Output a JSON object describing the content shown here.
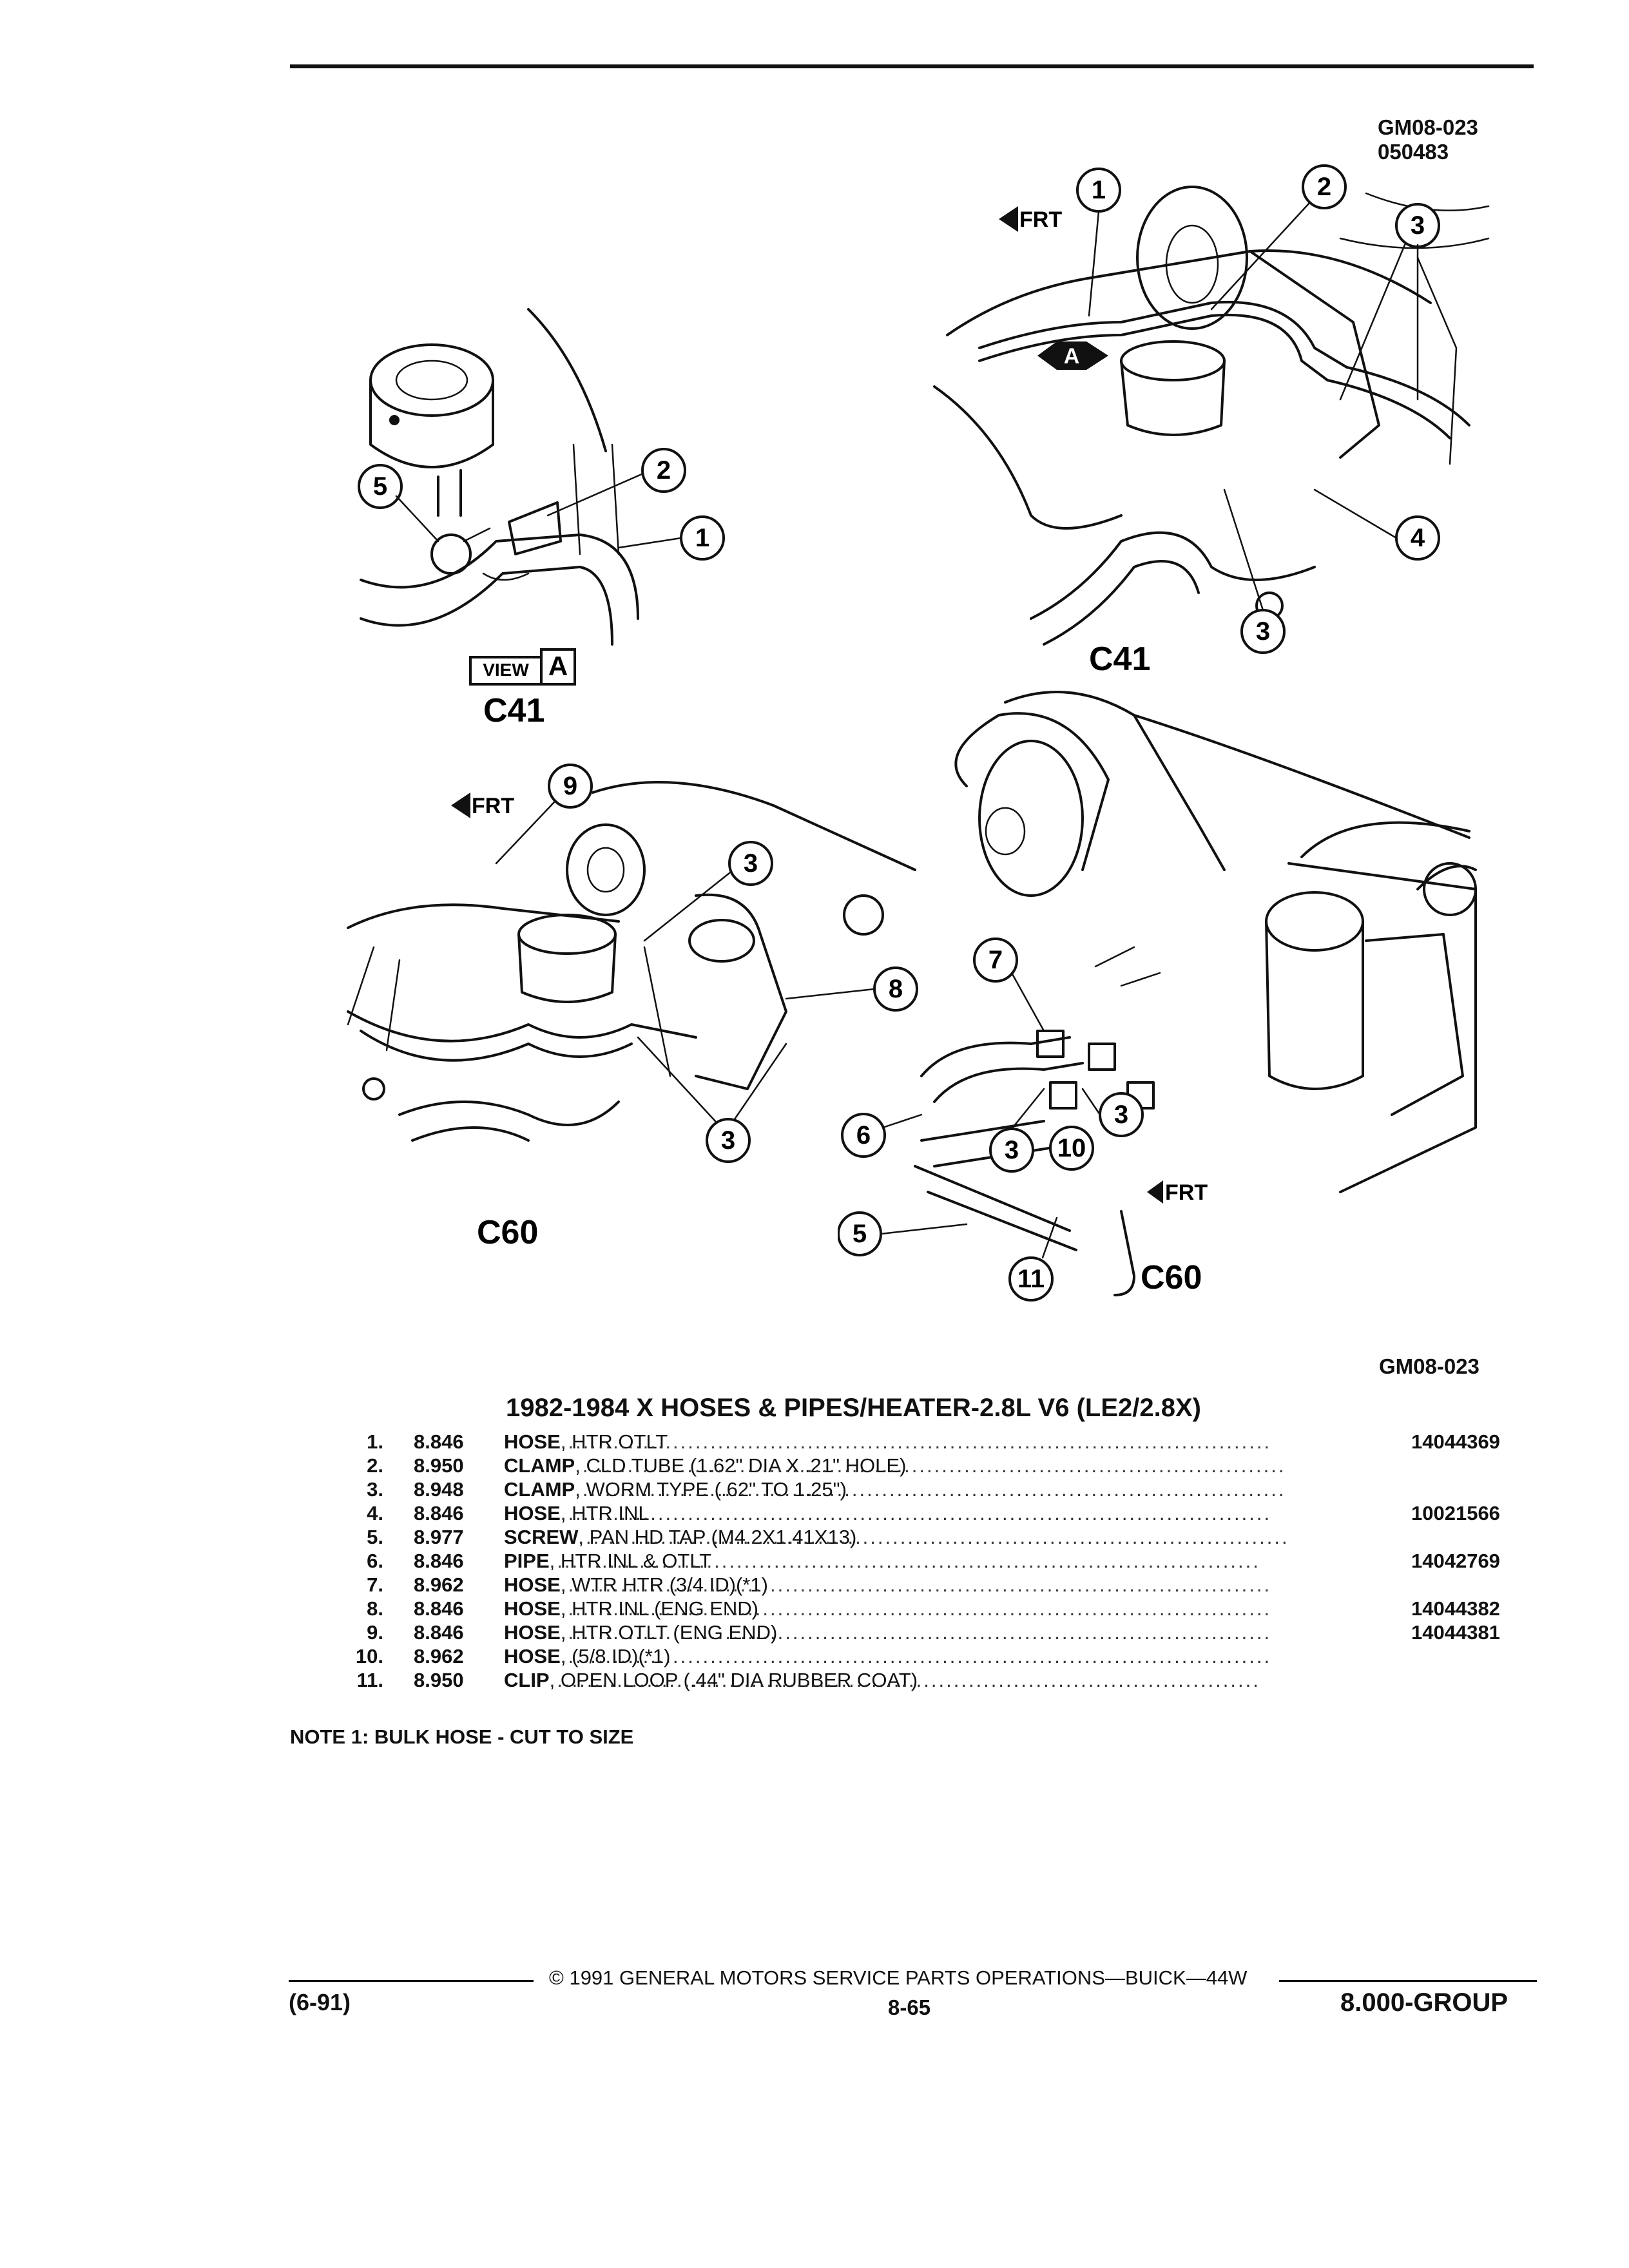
{
  "header": {
    "figure_code": "GM08-023",
    "figure_date": "050483"
  },
  "illustrations": {
    "view_a": {
      "view_word": "VIEW",
      "view_letter": "A",
      "model": "C41",
      "callouts": [
        "5",
        "2",
        "1"
      ]
    },
    "c41_top": {
      "model": "C41",
      "front_label": "FRT",
      "arrow_label": "A",
      "callouts": [
        "1",
        "2",
        "3",
        "3",
        "4"
      ]
    },
    "c60_left": {
      "model": "C60",
      "front_label": "FRT",
      "callouts": [
        "9",
        "3",
        "8",
        "3"
      ]
    },
    "c60_right": {
      "model": "C60",
      "front_label": "FRT",
      "callouts": [
        "7",
        "3",
        "6",
        "3",
        "10",
        "5",
        "11"
      ]
    }
  },
  "figure_ref": "GM08-023",
  "parts_list": {
    "title": "1982-1984 X HOSES & PIPES/HEATER-2.8L V6 (LE2/2.8X)",
    "items": [
      {
        "num": "1.",
        "code": "8.846",
        "name": "HOSE",
        "desc": ", HTR OTLT",
        "part": "14044369"
      },
      {
        "num": "2.",
        "code": "8.950",
        "name": "CLAMP",
        "desc": ", CLD TUBE (1.62\" DIA X .21\" HOLE)",
        "part": ""
      },
      {
        "num": "3.",
        "code": "8.948",
        "name": "CLAMP",
        "desc": ", WORM TYPE (.62\" TO 1.25\")",
        "part": ""
      },
      {
        "num": "4.",
        "code": "8.846",
        "name": "HOSE",
        "desc": ", HTR INL",
        "part": "10021566"
      },
      {
        "num": "5.",
        "code": "8.977",
        "name": "SCREW",
        "desc": ", PAN HD TAP (M4.2X1.41X13)",
        "part": ""
      },
      {
        "num": "6.",
        "code": "8.846",
        "name": "PIPE",
        "desc": ", HTR INL & OTLT",
        "part": "14042769"
      },
      {
        "num": "7.",
        "code": "8.962",
        "name": "HOSE",
        "desc": ", WTR HTR (3/4 ID)(*1)",
        "part": ""
      },
      {
        "num": "8.",
        "code": "8.846",
        "name": "HOSE",
        "desc": ", HTR INL (ENG END)",
        "part": "14044382"
      },
      {
        "num": "9.",
        "code": "8.846",
        "name": "HOSE",
        "desc": ", HTR OTLT (ENG END)",
        "part": "14044381"
      },
      {
        "num": "10.",
        "code": "8.962",
        "name": "HOSE",
        "desc": ", (5/8 ID)(*1)",
        "part": ""
      },
      {
        "num": "11.",
        "code": "8.950",
        "name": "CLIP",
        "desc": ", OPEN LOOP (.44\" DIA RUBBER COAT)",
        "part": ""
      }
    ]
  },
  "note": "NOTE  1:  BULK HOSE - CUT TO SIZE",
  "footer": {
    "copyright": "©  1991  GENERAL MOTORS SERVICE PARTS OPERATIONS—BUICK—44W",
    "revision": "(6-91)",
    "page": "8-65",
    "group": "8.000-GROUP"
  }
}
